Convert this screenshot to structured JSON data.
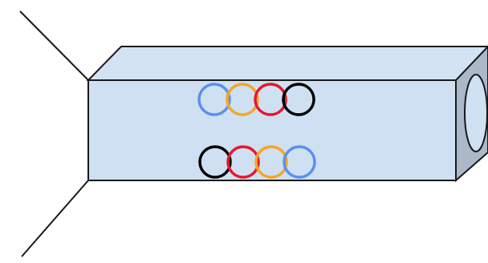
{
  "colors": {
    "background": "#ffffff",
    "outline": "#1a1a1a",
    "box_front": "#cfe0f3",
    "box_top": "#d3e3f4",
    "box_right_face": "#aab8c7",
    "tube_opening": "#d0e1f3",
    "blue": "#5b8ff0",
    "orange": "#f5a623",
    "red": "#e8172b",
    "black": "#000000"
  },
  "rings": {
    "top_row": [
      "blue",
      "orange",
      "red",
      "black"
    ],
    "bottom_row": [
      "black",
      "red",
      "orange",
      "blue"
    ]
  }
}
